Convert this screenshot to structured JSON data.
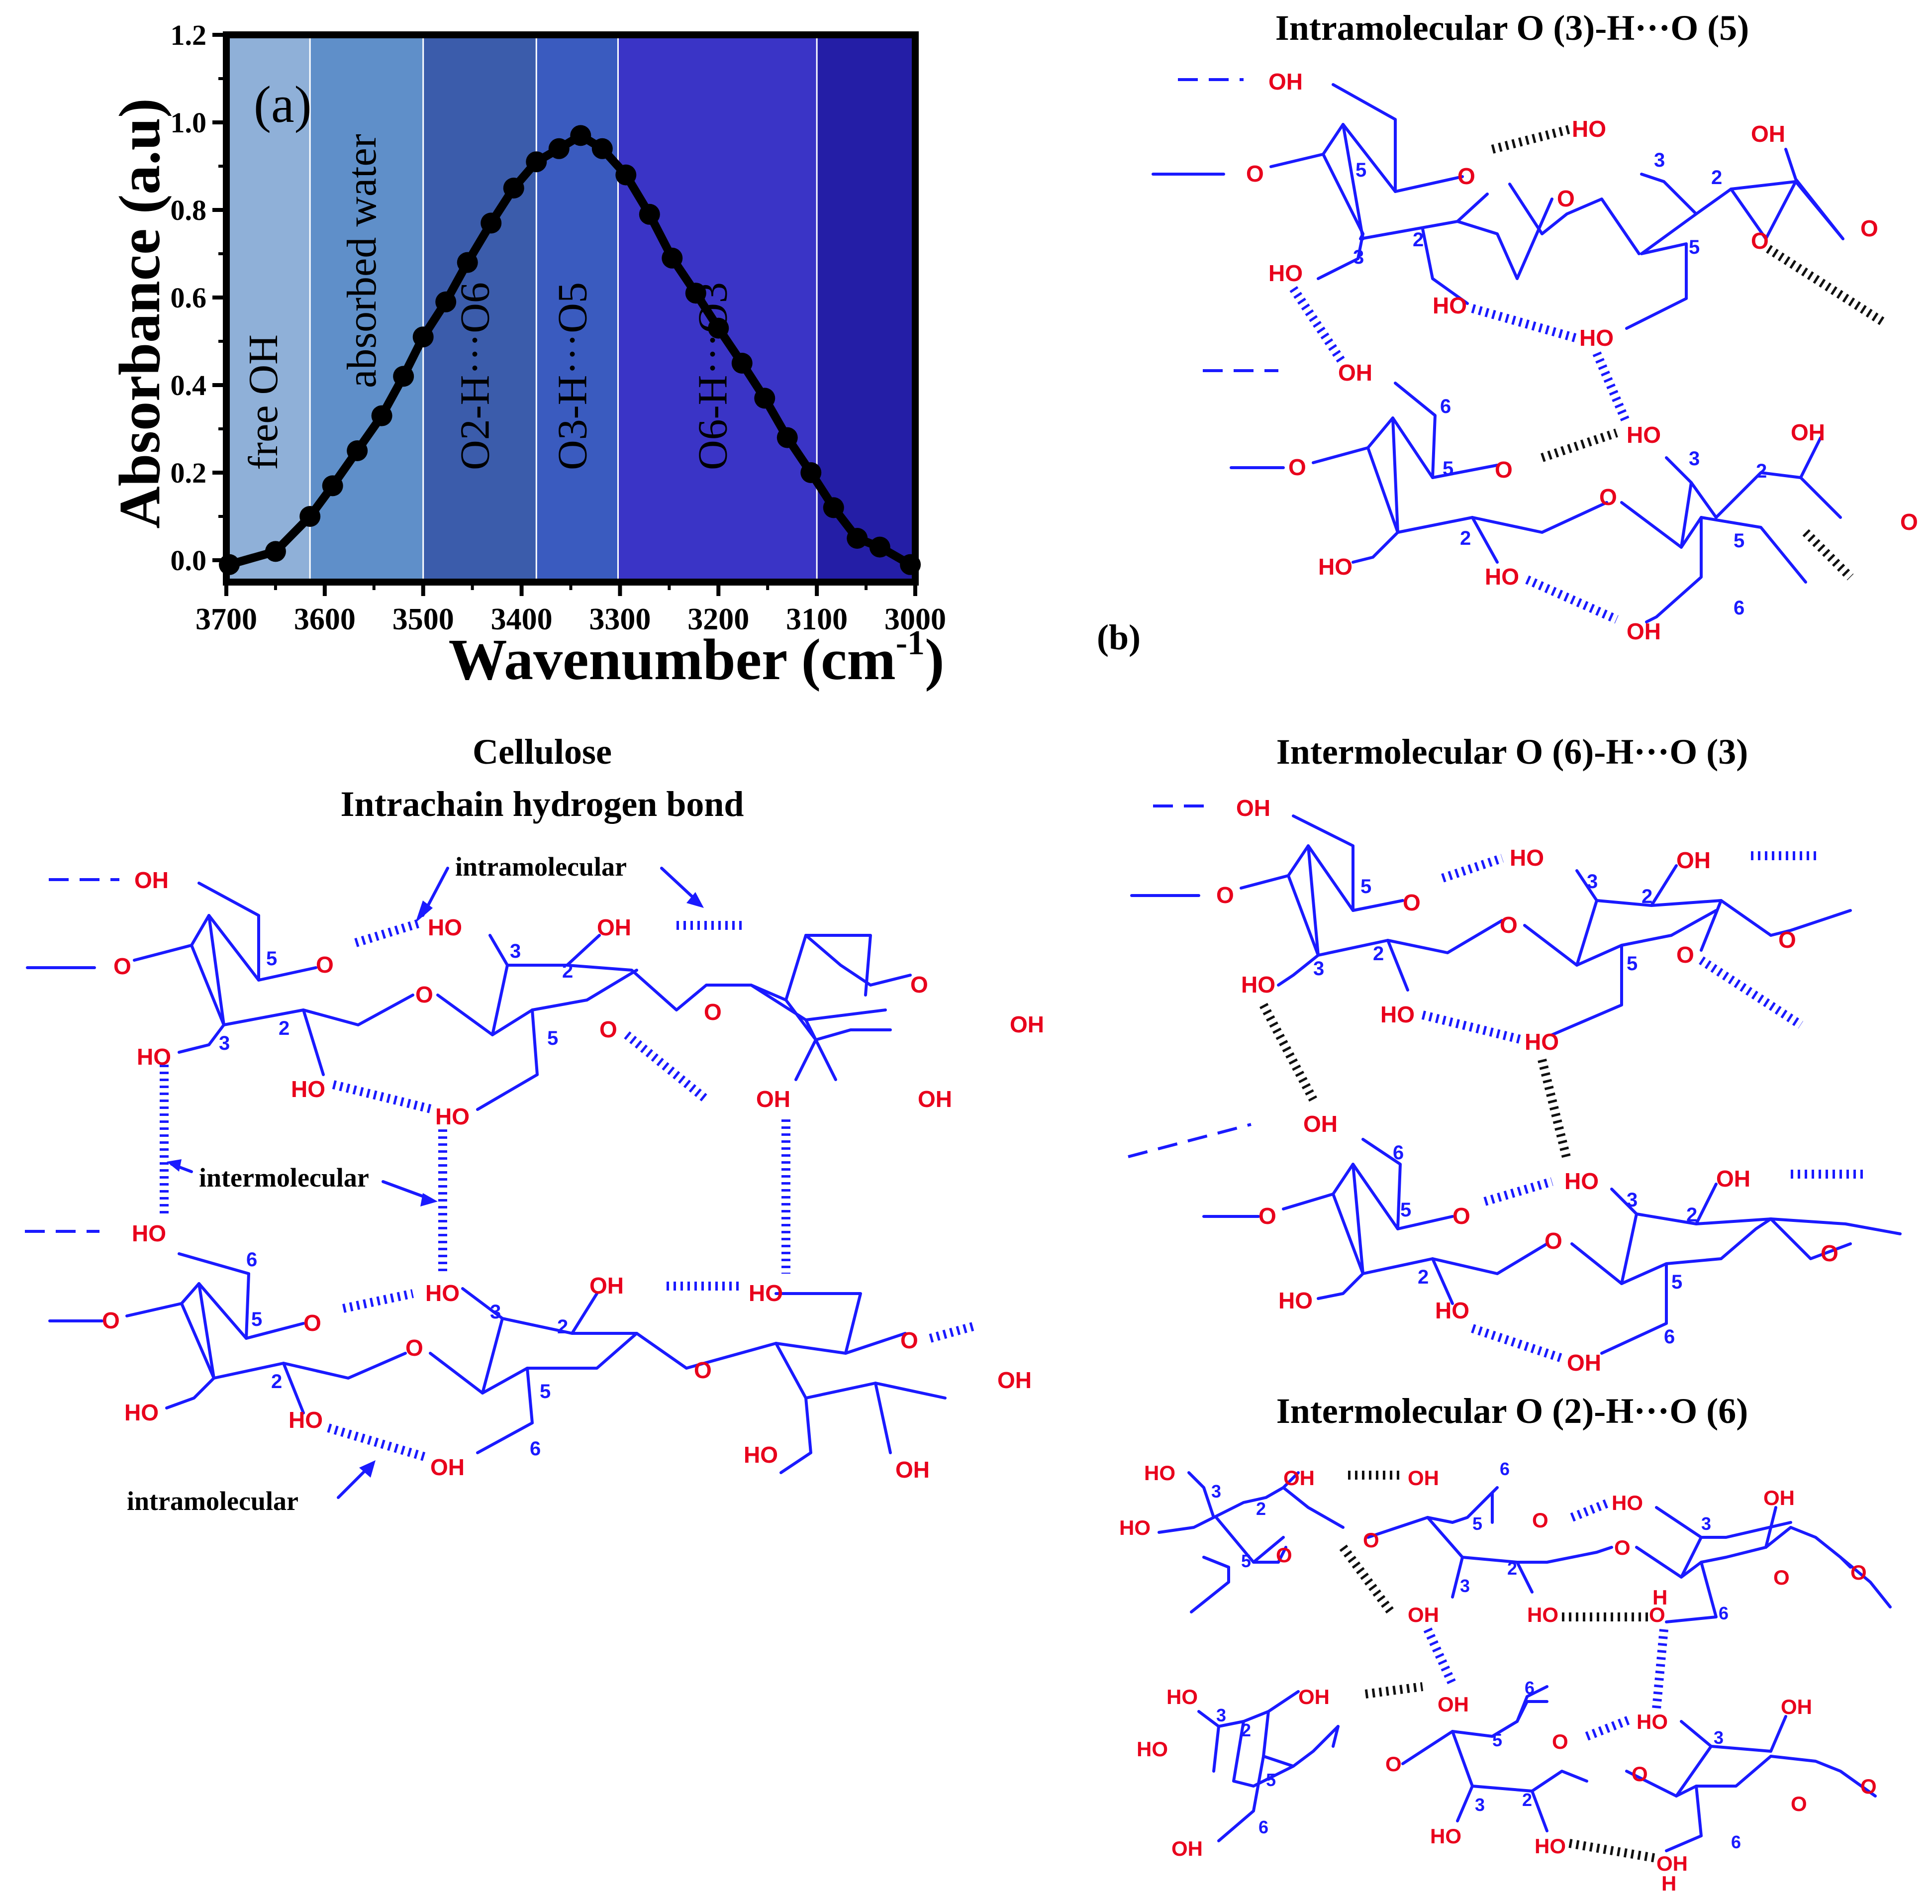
{
  "chart_data": {
    "type": "line",
    "panel_label": "(a)",
    "xlabel": "Wavenumber (cm",
    "xlabel_sup": "-1",
    "xlabel_tail": ")",
    "ylabel": "Absorbance (a.u)",
    "xlim": [
      3700,
      3000
    ],
    "ylim": [
      -0.05,
      1.2
    ],
    "x_ticks": [
      3700,
      3600,
      3500,
      3400,
      3300,
      3200,
      3100,
      3000
    ],
    "y_ticks": [
      0.0,
      0.2,
      0.4,
      0.6,
      0.8,
      1.0,
      1.2
    ],
    "y_tick_labels": [
      "0.0",
      "0.2",
      "0.4",
      "0.6",
      "0.8",
      "1.0",
      "1.2"
    ],
    "regions": [
      {
        "label": "free OH",
        "from": 3700,
        "to": 3615,
        "color": "#8fb0d8"
      },
      {
        "label": "absorbed water",
        "from": 3615,
        "to": 3500,
        "color": "#5f8fc9"
      },
      {
        "label": "O2-H···O6",
        "from": 3500,
        "to": 3385,
        "color": "#3b5cab"
      },
      {
        "label": "O3-H···O5",
        "from": 3385,
        "to": 3302,
        "color": "#3a5bbf"
      },
      {
        "label": "O6-H···O3",
        "from": 3302,
        "to": 3100,
        "color": "#3a34c6"
      },
      {
        "label": "",
        "from": 3100,
        "to": 3000,
        "color": "#241ea6"
      }
    ],
    "x": [
      3697,
      3650,
      3615,
      3592,
      3567,
      3542,
      3520,
      3500,
      3477,
      3455,
      3431,
      3408,
      3385,
      3362,
      3340,
      3318,
      3294,
      3270,
      3247,
      3223,
      3200,
      3176,
      3153,
      3130,
      3106,
      3083,
      3059,
      3036,
      3005
    ],
    "y": [
      -0.01,
      0.02,
      0.1,
      0.17,
      0.25,
      0.33,
      0.42,
      0.51,
      0.59,
      0.68,
      0.77,
      0.85,
      0.91,
      0.94,
      0.97,
      0.94,
      0.88,
      0.79,
      0.69,
      0.61,
      0.53,
      0.45,
      0.37,
      0.28,
      0.2,
      0.12,
      0.05,
      0.03,
      -0.01
    ],
    "line_color": "#000000"
  },
  "titles": {
    "panel_b": "(b)",
    "intra_o3_o5": "Intramolecular O (3)-H···O (5)",
    "cellulose": "Cellulose",
    "intrachain": "Intrachain hydrogen bond",
    "inter_o6_o3": "Intermolecular O (6)-H···O (3)",
    "inter_o2_o6": "Intermolecular O (2)-H···O (6)"
  },
  "annotations": {
    "intramolecular_top": "intramolecular",
    "intermolecular": "intermolecular",
    "intramolecular_bottom": "intramolecular"
  },
  "chem_labels": {
    "oh": "OH",
    "ho": "HO",
    "o": "O",
    "h": "H"
  },
  "colors": {
    "bond": "#1a1aff",
    "atom_label": "#e8001c",
    "hbond_dark": "#111111"
  }
}
